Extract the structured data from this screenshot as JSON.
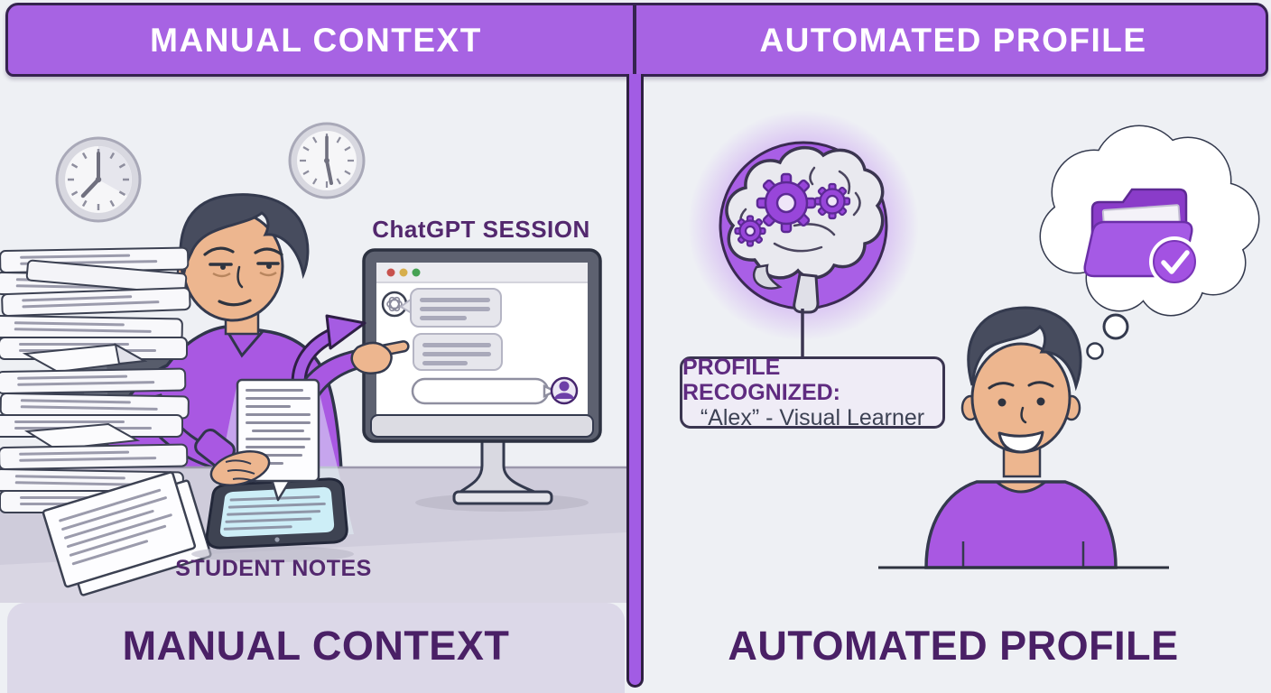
{
  "headers": {
    "left": "MANUAL CONTEXT",
    "right": "AUTOMATED PROFILE"
  },
  "left_panel": {
    "monitor_title": "ChatGPT SESSION",
    "tablet_caption": "STUDENT NOTES",
    "bottom_caption": "MANUAL CONTEXT"
  },
  "right_panel": {
    "profile_box_title": "PROFILE RECOGNIZED:",
    "profile_box_subtitle": "“Alex” - Visual Learner",
    "bottom_caption": "AUTOMATED PROFILE"
  },
  "icons": {
    "clock-icon": "wall clock showing elapsed time",
    "paper-stack-icon": "tall stack of paperwork",
    "monitor-icon": "desktop computer showing chat UI",
    "chatgpt-logo-icon": "assistant avatar swirl",
    "user-avatar-icon": "person silhouette in circle",
    "traffic-light-dots-icon": "red yellow green window dots",
    "arrow-icon": "purple curved arrow toward screen",
    "tablet-icon": "tablet with student notes",
    "document-icon": "note sheet popping out of tablet",
    "brain-icon": "brain with gears in glowing circle",
    "gear-icon": "processing gear",
    "thought-bubble-icon": "cloud thought bubble",
    "folder-icon": "purple profile folder",
    "check-icon": "white checkmark badge"
  },
  "colors": {
    "header_purple": "#a763e3",
    "divider_purple": "#a25ce4",
    "deep_purple_text": "#4a2066",
    "background": "#eef0f4",
    "lavender_panel": "#dcd8e8",
    "shirt_purple": "#a958e2",
    "brain_circle_purple": "#a95fe6",
    "gear_purple": "#9846da",
    "folder_purple": "#a55ae5",
    "desk_gray": "#cfccdb",
    "skin": "#edb68f",
    "hair": "#474c5e"
  }
}
